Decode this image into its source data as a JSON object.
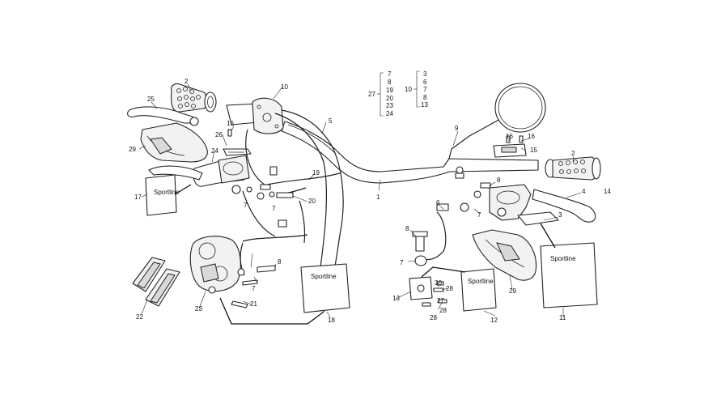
{
  "diagram": {
    "labels": [
      "1",
      "2",
      "2",
      "3",
      "4",
      "5",
      "6",
      "7",
      "7",
      "7",
      "7",
      "7",
      "8",
      "8",
      "8",
      "9",
      "10",
      "11",
      "12",
      "13",
      "14",
      "15",
      "16",
      "16",
      "16",
      "17",
      "18",
      "19",
      "20",
      "21",
      "22",
      "23",
      "24",
      "25",
      "26",
      "27",
      "28",
      "28",
      "28",
      "29",
      "29",
      "30"
    ],
    "bracket_27": {
      "label": "27",
      "items": [
        "7",
        "8",
        "19",
        "20",
        "23",
        "24"
      ]
    },
    "bracket_10": {
      "label": "10",
      "items": [
        "3",
        "6",
        "7",
        "8",
        "13"
      ]
    },
    "pad_brand": "Sportline"
  }
}
